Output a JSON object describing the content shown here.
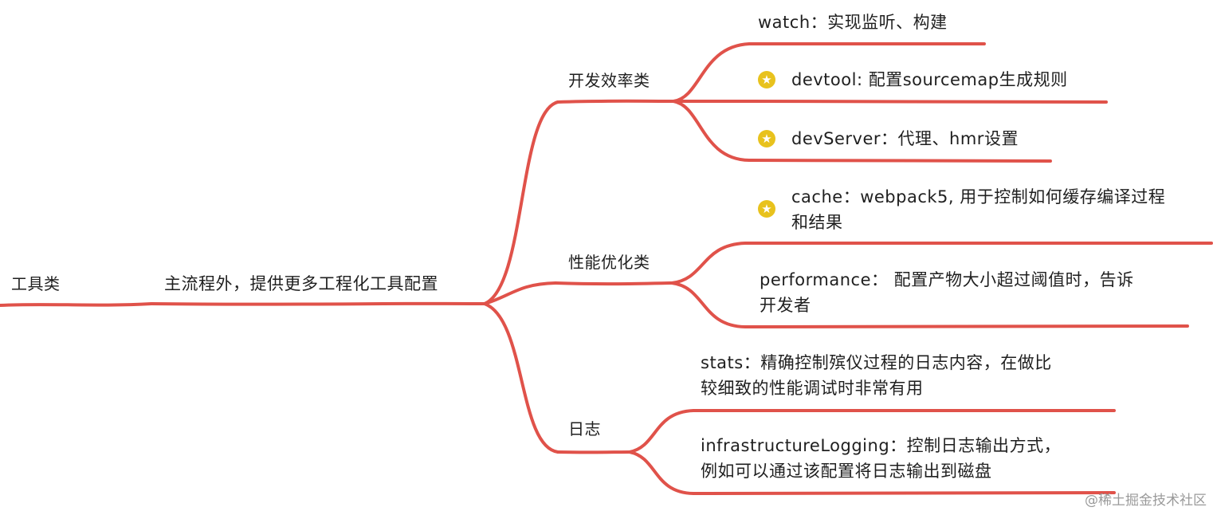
{
  "mindmap": {
    "root": {
      "label": "工具类"
    },
    "center": {
      "label": "主流程外，提供更多工程化工具配置"
    },
    "branches": [
      {
        "label": "开发效率类",
        "items": [
          {
            "text": "watch：实现监听、构建",
            "starred": false
          },
          {
            "text": "devtool: 配置sourcemap生成规则",
            "starred": true
          },
          {
            "text": "devServer：代理、hmr设置",
            "starred": true
          }
        ]
      },
      {
        "label": "性能优化类",
        "items": [
          {
            "lines": [
              "cache：webpack5, 用于控制如何缓存编译过程",
              "和结果"
            ],
            "starred": true
          },
          {
            "lines": [
              "performance： 配置产物大小超过阈值时，告诉",
              "开发者"
            ],
            "starred": false
          }
        ]
      },
      {
        "label": "日志",
        "items": [
          {
            "lines": [
              "stats：精确控制殡仪过程的日志内容，在做比",
              "较细致的性能调试时非常有用"
            ],
            "starred": false
          },
          {
            "lines": [
              "infrastructureLogging：控制日志输出方式，",
              "例如可以通过该配置将日志输出到磁盘"
            ],
            "starred": false
          }
        ]
      }
    ],
    "star_icon": "star-icon",
    "line_color": "#e0524a",
    "star_color": "#e8c21d"
  },
  "watermark": "@稀土掘金技术社区"
}
